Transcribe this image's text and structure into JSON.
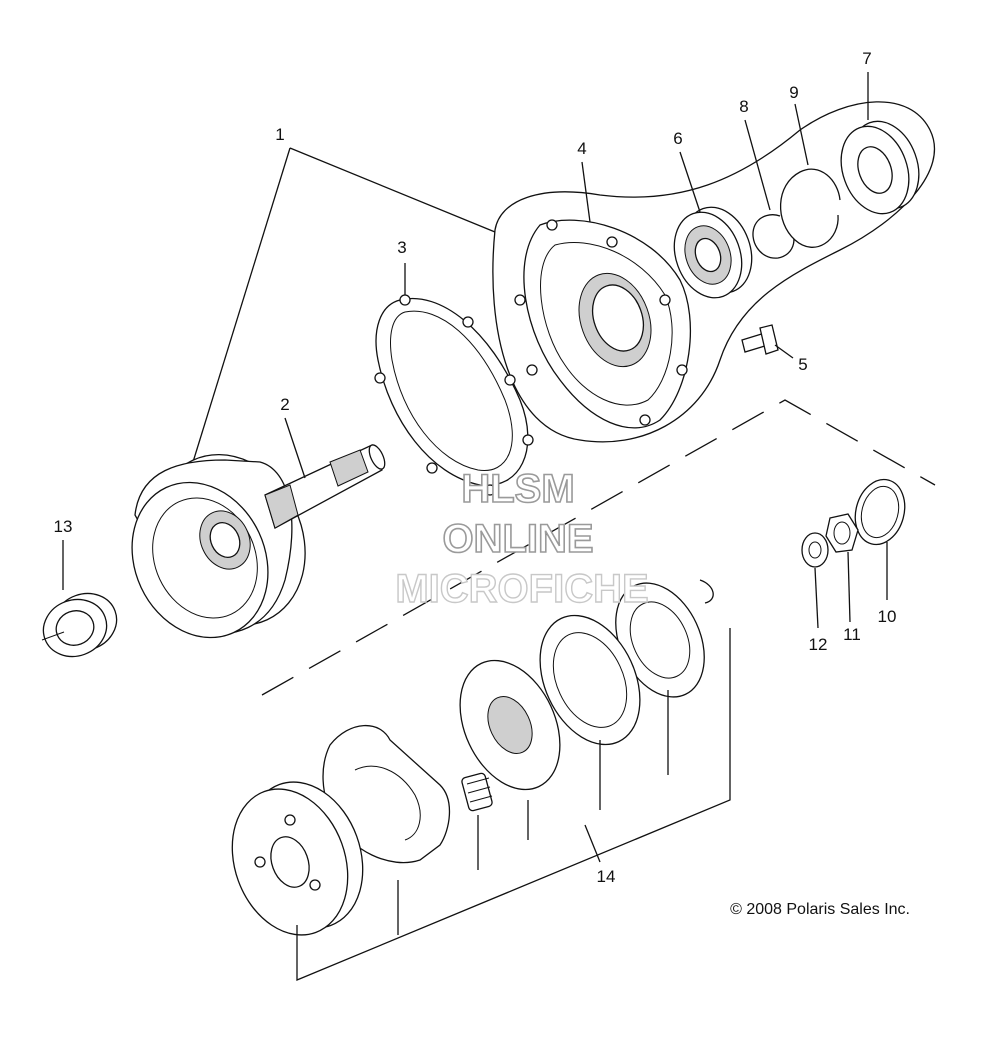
{
  "callouts": {
    "c1": "1",
    "c2": "2",
    "c3": "3",
    "c4": "4",
    "c5": "5",
    "c6": "6",
    "c7": "7",
    "c8": "8",
    "c9": "9",
    "c10": "10",
    "c11": "11",
    "c12": "12",
    "c13": "13",
    "c14": "14"
  },
  "watermark": {
    "line1": "HLSM",
    "line2": "ONLINE",
    "line3": "MICROFICHE"
  },
  "copyright": "© 2008 Polaris Sales Inc.",
  "colors": {
    "ink": "#111111",
    "watermark_stroke": "#9a9a9a",
    "background": "#ffffff"
  }
}
